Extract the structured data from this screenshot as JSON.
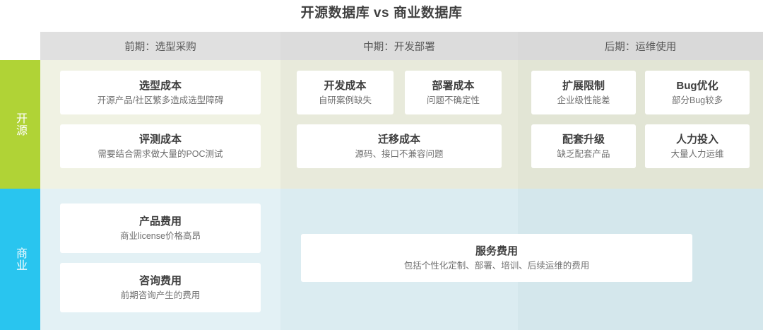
{
  "title": "开源数据库 vs 商业数据库",
  "colors": {
    "open_source_accent": "#b0d336",
    "commercial_accent": "#29c5ef",
    "header_band": "#e0e0e0",
    "open_row_bg": "#f0f2e3",
    "commercial_row_bg": "#e3f1f5",
    "card_bg": "#ffffff",
    "title_text": "#404040"
  },
  "columns": [
    {
      "label": "前期：选型采购"
    },
    {
      "label": "中期：开发部署"
    },
    {
      "label": "后期：运维使用"
    }
  ],
  "rows": [
    {
      "label": "开源",
      "cells": [
        {
          "cards": [
            {
              "title": "选型成本",
              "desc": "开源产品/社区繁多造成选型障碍"
            },
            {
              "title": "评测成本",
              "desc": "需要结合需求做大量的POC测试"
            }
          ]
        },
        {
          "cards": [
            {
              "title": "开发成本",
              "desc": "自研案例缺失"
            },
            {
              "title": "部署成本",
              "desc": "问题不确定性"
            },
            {
              "title": "迁移成本",
              "desc": "源码、接口不兼容问题"
            }
          ]
        },
        {
          "cards": [
            {
              "title": "扩展限制",
              "desc": "企业级性能差"
            },
            {
              "title": "Bug优化",
              "desc": "部分Bug较多"
            },
            {
              "title": "配套升级",
              "desc": "缺乏配套产品"
            },
            {
              "title": "人力投入",
              "desc": "大量人力运维"
            }
          ]
        }
      ]
    },
    {
      "label": "商业",
      "cells": [
        {
          "cards": [
            {
              "title": "产品费用",
              "desc": "商业license价格高昂"
            },
            {
              "title": "咨询费用",
              "desc": "前期咨询产生的费用"
            }
          ]
        },
        {
          "cards": []
        },
        {
          "cards": []
        }
      ],
      "spanning_card": {
        "title": "服务费用",
        "desc": "包括个性化定制、部署、培训、后续运维的费用"
      }
    }
  ]
}
